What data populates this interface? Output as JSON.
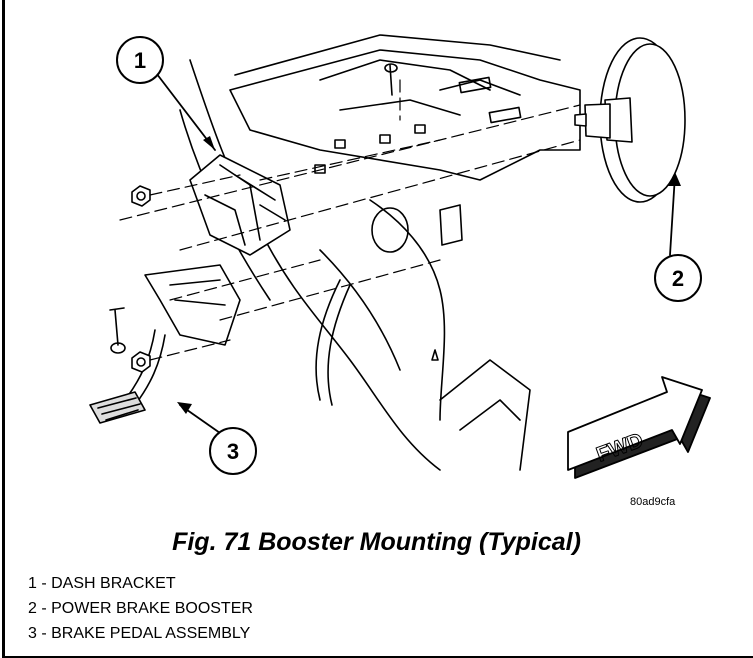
{
  "figure": {
    "callouts": [
      {
        "number": "1"
      },
      {
        "number": "2"
      },
      {
        "number": "3"
      }
    ],
    "direction_label": "FWD",
    "art_id": "80ad9cfa",
    "caption": "Fig. 71 Booster Mounting (Typical)"
  },
  "legend": {
    "items": [
      "1 - DASH BRACKET",
      "2 - POWER BRAKE BOOSTER",
      "3 - BRAKE PEDAL ASSEMBLY"
    ]
  }
}
